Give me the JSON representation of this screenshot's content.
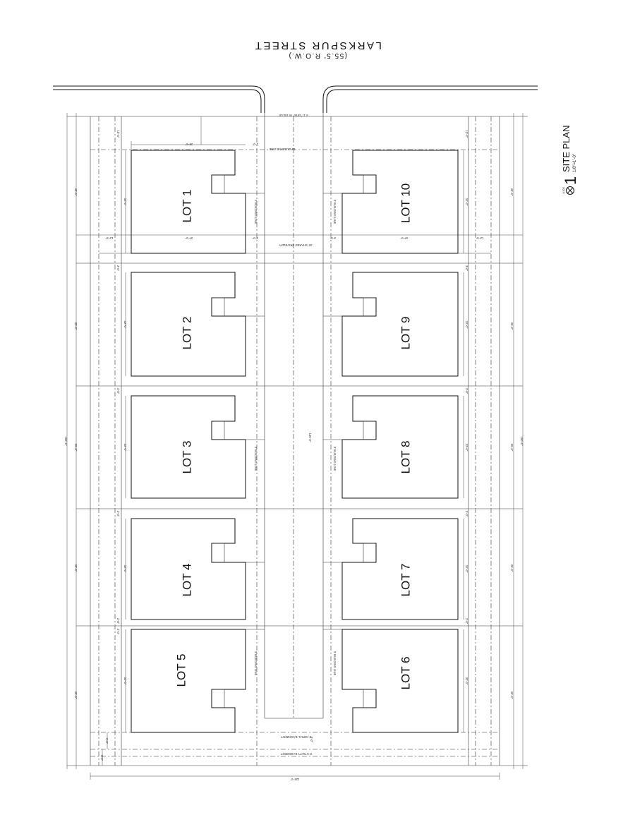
{
  "street": {
    "name": "LARKSPUR STREET",
    "row": "(55.5' R.O.W.)"
  },
  "title_block": {
    "number": "1",
    "title": "SITE PLAN",
    "scale": "1/8\"=1'-0\"",
    "sheet_ref": "A100"
  },
  "lots": [
    {
      "id": "lot-1",
      "label": "LOT 1"
    },
    {
      "id": "lot-2",
      "label": "LOT 2"
    },
    {
      "id": "lot-3",
      "label": "LOT 3"
    },
    {
      "id": "lot-4",
      "label": "LOT 4"
    },
    {
      "id": "lot-5",
      "label": "LOT 5"
    },
    {
      "id": "lot-6",
      "label": "LOT 6"
    },
    {
      "id": "lot-7",
      "label": "LOT 7"
    },
    {
      "id": "lot-8",
      "label": "LOT 8"
    },
    {
      "id": "lot-9",
      "label": "LOT 9"
    },
    {
      "id": "lot-10",
      "label": "LOT 10"
    }
  ],
  "annotations": {
    "bearing": "S 17°49'00\" W 150.00'",
    "front_building_line": "15' BUILDING LINE",
    "side_building_line": "3' BUILDING LINE",
    "shared_driveway": "20' SHARED DRIVEWAY",
    "aerial_easement": "5' AERIAL EASEMENT",
    "utility_easement": "5' UTILITY EASEMENT",
    "driveway_length": "136'-0\"",
    "overall_width": "125'-0\"",
    "overall_depth": "150'-0\"",
    "lot_depth": "32'-0\"",
    "lot_width": "33'-6\"",
    "lot_pitch_a": "40'-0\"",
    "lot_pitch_b": "35'-0\"",
    "setback_a": "15'-0\"",
    "setback_b": "5'-0\"",
    "small_a": "3'-0\"",
    "small_b": "2'-0\"",
    "house_width": "39'-6\"",
    "garage_width": "37'-0\"",
    "misc_a": "12'-6\"",
    "misc_b": "22'-6\"",
    "misc_c": "10'-0\""
  }
}
